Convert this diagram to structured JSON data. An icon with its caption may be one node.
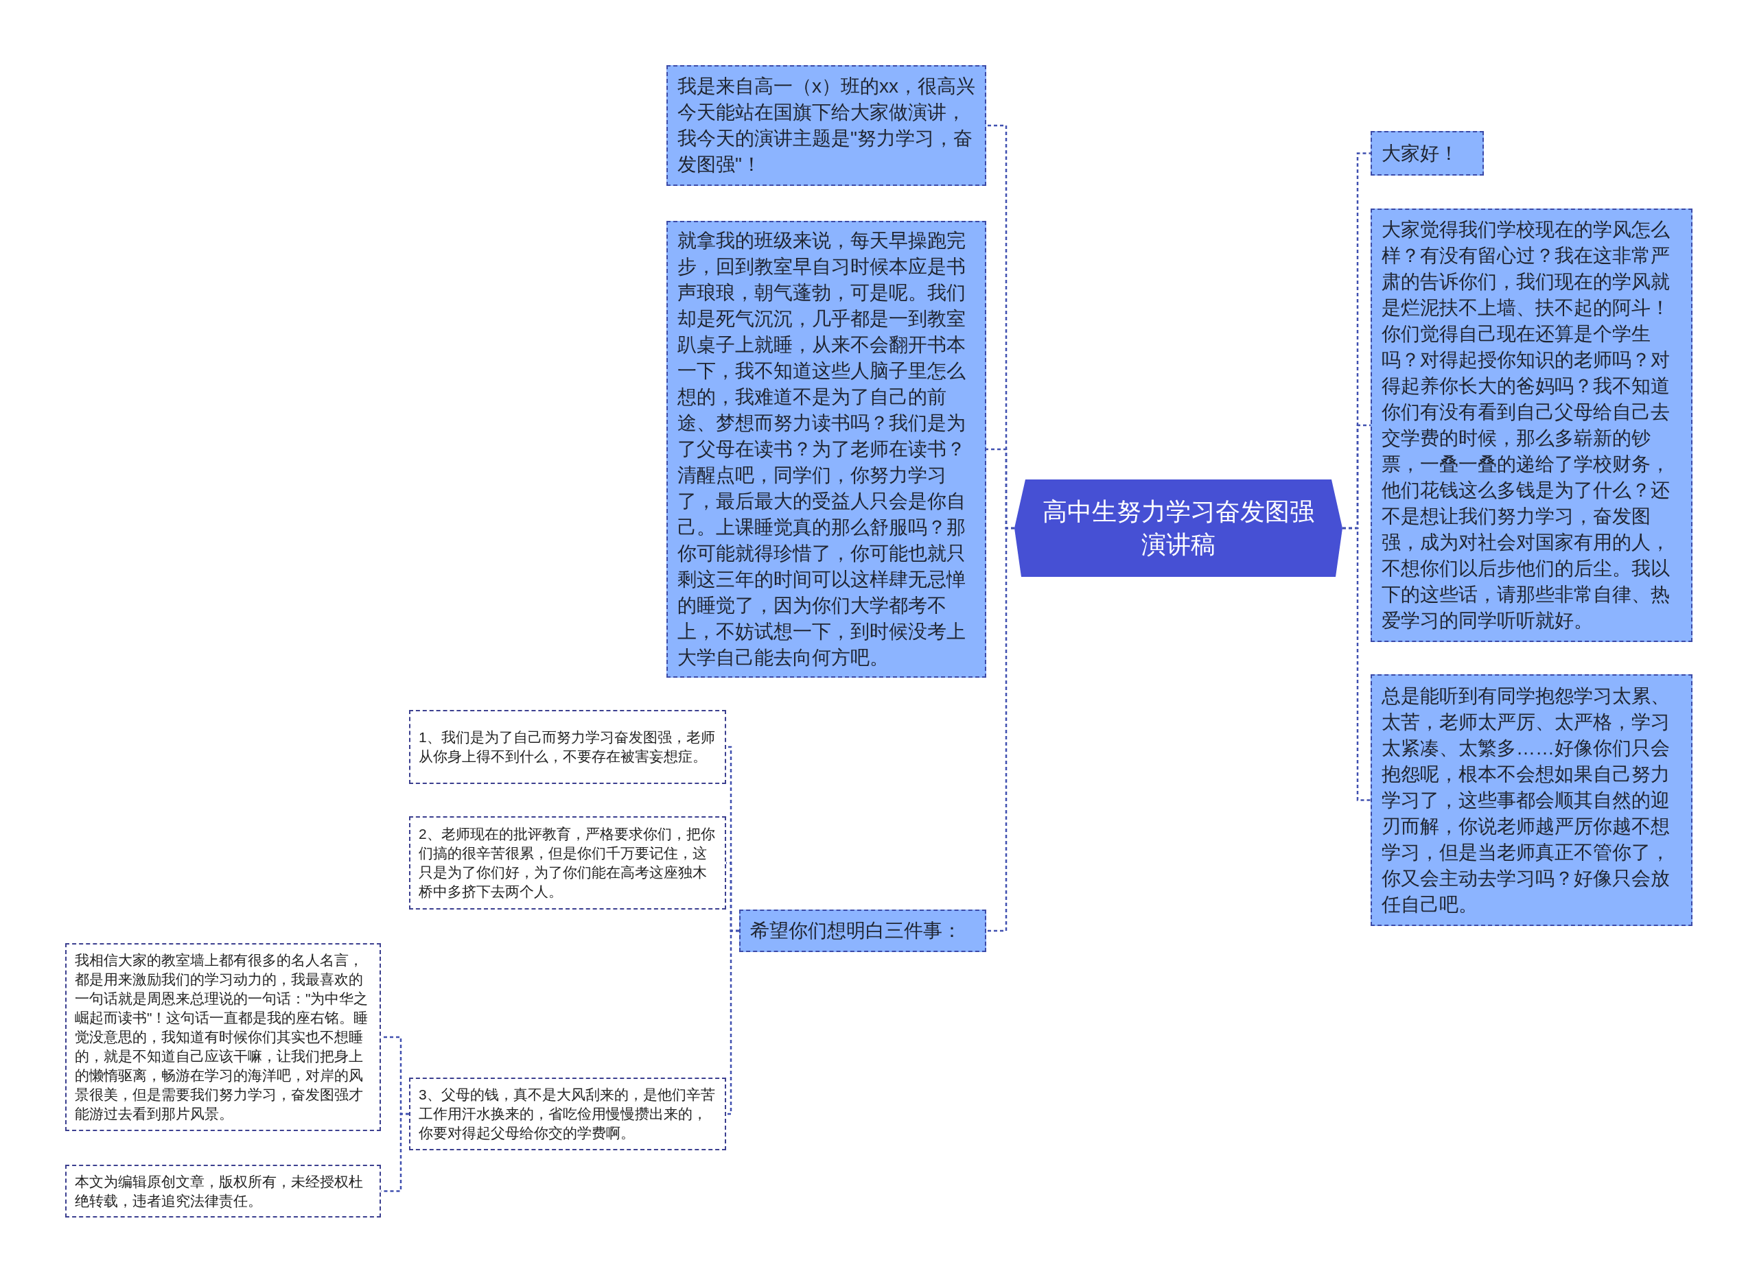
{
  "diagram": {
    "nodes": [
      {
        "text": [
          "高中生努力学习奋发图强演讲稿"
        ]
      },
      {
        "text": [
          "我是来自高一（x）班的xx，很高兴今天能站在国旗下给大家做演讲，我今天的演讲主题是\"努力学习，奋发图强\"！"
        ]
      },
      {
        "text": [
          "就拿我的班级来说，每天早操跑完步，回到教室早自习时候本应是书声琅琅，朝气蓬勃，可是呢。我们却是死气沉沉，几乎都是一到教室趴桌子上就睡，从来不会翻开书本一下，我不知道这些人脑子里怎么想的，我难道不是为了自己的前途、梦想而努力读书吗？我们是为了父母在读书？为了老师在读书？清醒点吧，同学们，你努力学习了，最后最大的受益人只会是你自己。上课睡觉真的那么舒服吗？那你可能就得珍惜了，你可能也就只剩这三年的时间可以这样肆无忌惮的睡觉了，因为你们大学都考不上，不妨试想一下，到时候没考上大学自己能去向何方吧。"
        ]
      },
      {
        "text": [
          "希望你们想明白三件事："
        ]
      },
      {
        "text": [
          "1、我们是为了自己而努力学习奋发图强，老师从你身上得不到什么，不要存在被害妄想症。"
        ]
      },
      {
        "text": [
          "2、老师现在的批评教育，严格要求你们，把你们搞的很辛苦很累，但是你们千万要记住，这只是为了你们好，为了你们能在高考这座独木桥中多挤下去两个人。"
        ]
      },
      {
        "text": [
          "3、父母的钱，真不是大风刮来的，是他们辛苦工作用汗水换来的，省吃俭用慢慢攒出来的，你要对得起父母给你交的学费啊。"
        ]
      },
      {
        "text": [
          "我相信大家的教室墙上都有很多的名人名言，都是用来激励我们的学习动力的，我最喜欢的一句话就是周恩来总理说的一句话：\"为中华之崛起而读书\"！这句话一直都是我的座右铭。睡觉没意思的，我知道有时候你们其实也不想睡的，就是不知道自己应该干嘛，让我们把身上的懒惰驱离，畅游在学习的海洋吧，对岸的风景很美，但是需要我们努力学习，奋发图强才能游过去看到那片风景。"
        ]
      },
      {
        "text": [
          "本文为编辑原创文章，版权所有，未经授权杜绝转载，违者追究法律责任。"
        ]
      },
      {
        "text": [
          "大家好！"
        ]
      },
      {
        "text": [
          "大家觉得我们学校现在的学风怎么样？有没有留心过？我在这非常严肃的告诉你们，我们现在的学风就是烂泥扶不上墙、扶不起的阿斗！你们觉得自己现在还算是个学生吗？对得起授你知识的老师吗？对得起养你长大的爸妈吗？我不知道你们有没有看到自己父母给自己去交学费的时候，那么多崭新的钞票，一叠一叠的递给了学校财务，他们花钱这么多钱是为了什么？还不是想让我们努力学习，奋发图强，成为对社会对国家有用的人，不想你们以后步他们的后尘。我以下的这些话，请那些非常自律、热爱学习的同学听听就好。"
        ]
      },
      {
        "text": [
          "总是能听到有同学抱怨学习太累、太苦，老师太严厉、太严格，学习太紧凑、太繁多……好像你们只会抱怨呢，根本不会想如果自己努力学习了，这些事都会顺其自然的迎刃而解，你说老师越严厉你越不想学习，但是当老师真正不管你了，你又会主动去学习吗？好像只会放任自己吧。"
        ]
      }
    ],
    "edges": [
      {
        "from": 0,
        "to": 1,
        "arrow": "none"
      },
      {
        "from": 0,
        "to": 2,
        "arrow": "none"
      },
      {
        "from": 0,
        "to": 3,
        "arrow": "none"
      },
      {
        "from": 3,
        "to": 4,
        "arrow": "none"
      },
      {
        "from": 3,
        "to": 5,
        "arrow": "none"
      },
      {
        "from": 3,
        "to": 6,
        "arrow": "none"
      },
      {
        "from": 6,
        "to": 7,
        "arrow": "none"
      },
      {
        "from": 6,
        "to": 8,
        "arrow": "none"
      },
      {
        "from": 0,
        "to": 9,
        "arrow": "none"
      },
      {
        "from": 0,
        "to": 10,
        "arrow": "none"
      },
      {
        "from": 0,
        "to": 11,
        "arrow": "none"
      }
    ]
  }
}
